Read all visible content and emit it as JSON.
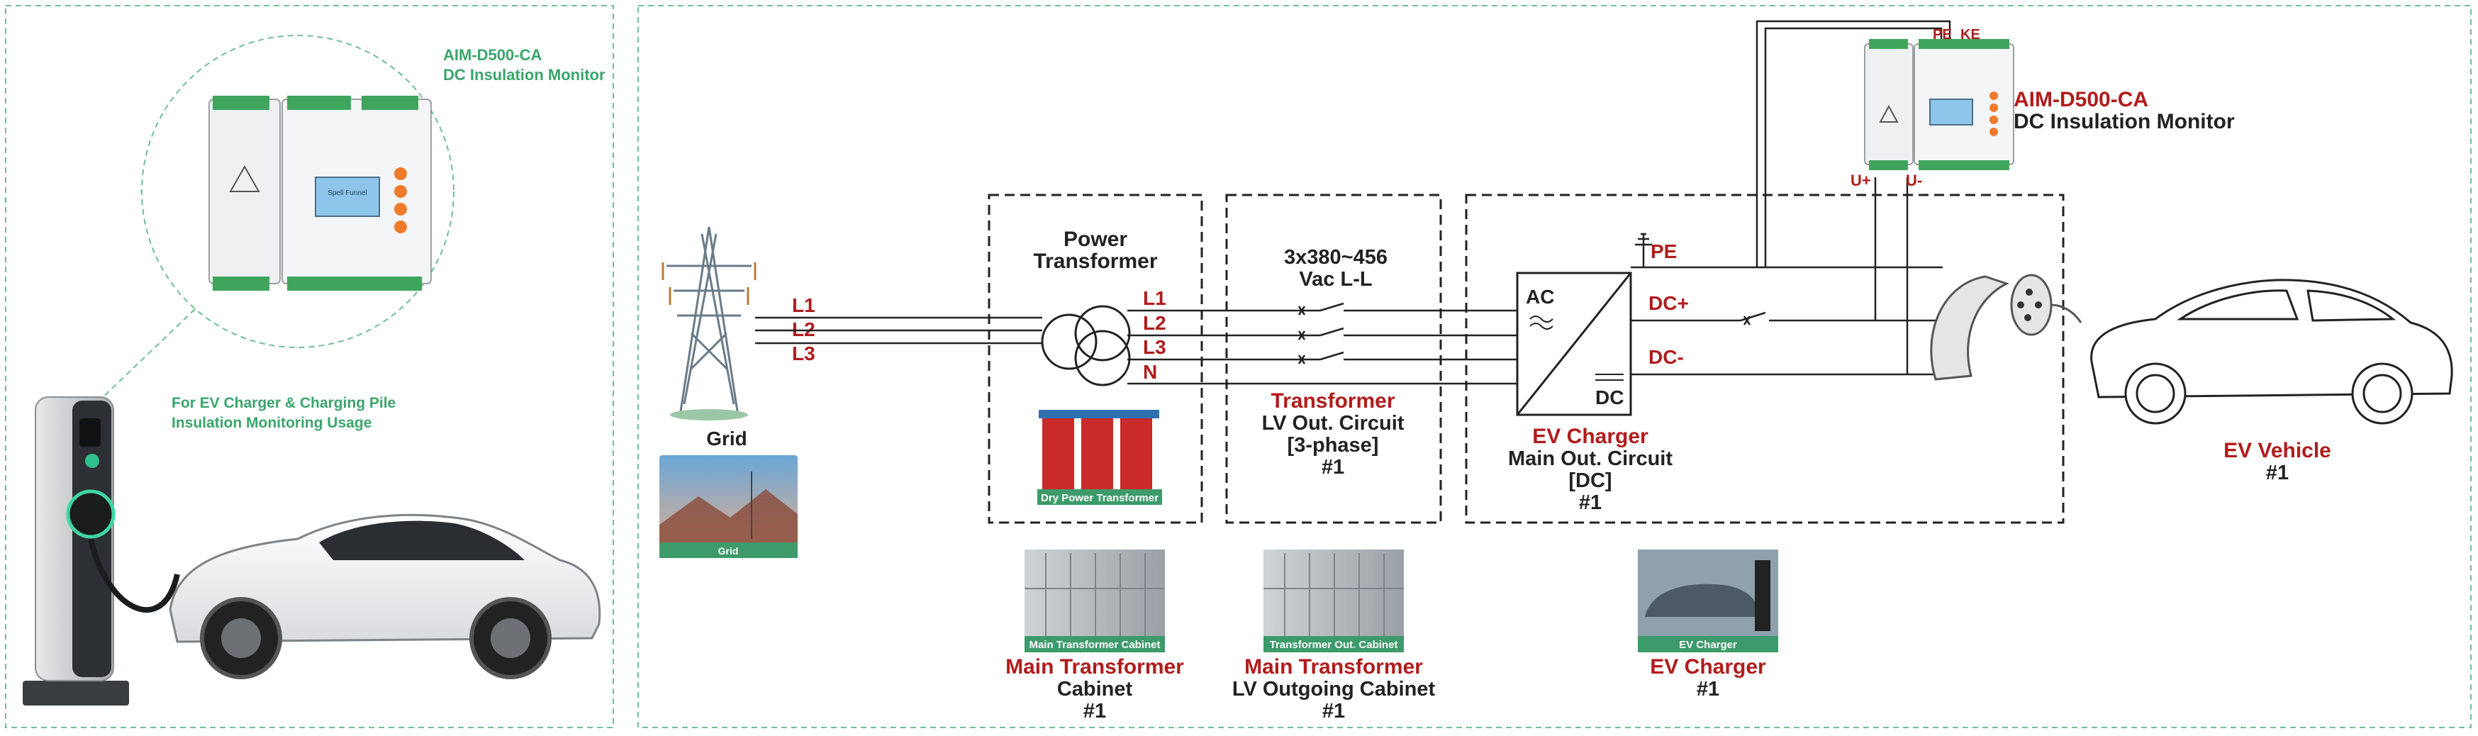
{
  "left_panel": {
    "device_title": "AIM-D500-CA",
    "device_subtitle": "DC Insulation Monitor",
    "usage_line1": "For EV Charger & Charging Pile",
    "usage_line2": "Insulation Monitoring Usage",
    "device_screen_text": "Spell Funnel"
  },
  "grid": {
    "label": "Grid",
    "photo_caption": "Grid",
    "lines": [
      "L1",
      "L2",
      "L3"
    ]
  },
  "transformer": {
    "title_line1": "Power",
    "title_line2": "Transformer",
    "out_lines": [
      "L1",
      "L2",
      "L3",
      "N"
    ],
    "photo_caption": "Dry Power Transformer"
  },
  "lv_circuit": {
    "voltage_line1": "3x380~456",
    "voltage_line2": "Vac L-L",
    "title": "Transformer",
    "line2": "LV Out. Circuit",
    "line3": "[3-phase]",
    "line4": "#1"
  },
  "ev_charger_box": {
    "ac_label": "AC",
    "dc_label": "DC",
    "pe_label": "PE",
    "dcp_label": "DC+",
    "dcm_label": "DC-",
    "title": "EV Charger",
    "line2": "Main Out. Circuit",
    "line3": "[DC]",
    "line4": "#1"
  },
  "monitor": {
    "title": "AIM-D500-CA",
    "subtitle": "DC Insulation Monitor",
    "pe_terminal": "PE",
    "ke_terminal": "KE",
    "up_terminal": "U+",
    "um_terminal": "U-"
  },
  "vehicle": {
    "title": "EV Vehicle",
    "number": "#1"
  },
  "bottom": [
    {
      "caption": "Main Transformer Cabinet",
      "title": "Main Transformer",
      "line2": "Cabinet",
      "line3": "#1"
    },
    {
      "caption": "Transformer Out. Cabinet",
      "title": "Main Transformer",
      "line2": "LV Outgoing Cabinet",
      "line3": "#1"
    },
    {
      "caption": "EV Charger",
      "title": "EV Charger",
      "line2": "#1",
      "line3": ""
    }
  ],
  "colors": {
    "accent_red": "#b01c1c",
    "accent_green": "#3aa56b",
    "panel_border": "#6fbf95",
    "line": "#222222",
    "caption_bg": "#3d9a6a"
  }
}
